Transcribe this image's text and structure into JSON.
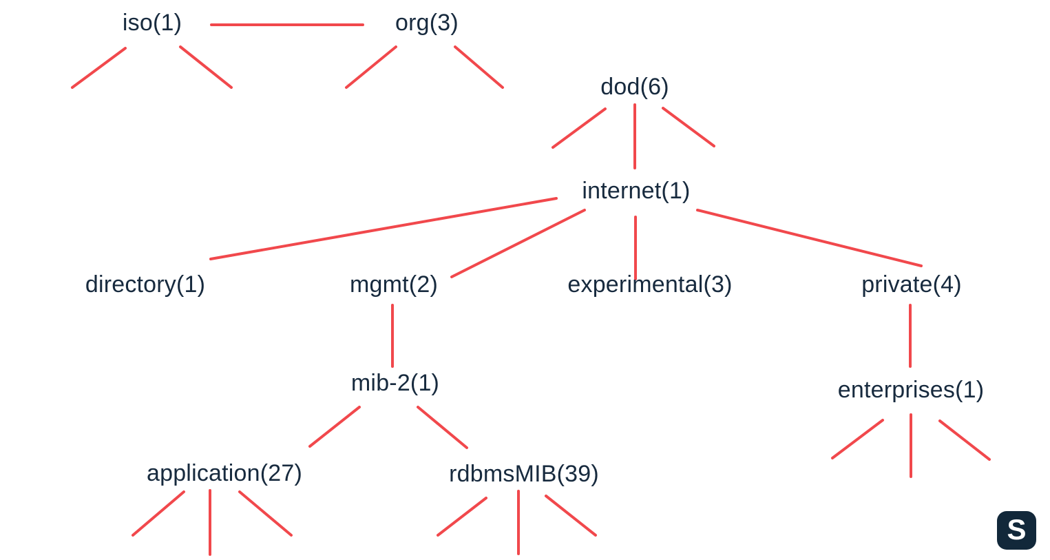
{
  "colors": {
    "background": "#ffffff",
    "line": "#F1484C",
    "text": "#172A3E",
    "logo_bg": "#12283A",
    "logo_text": "#ffffff"
  },
  "tree": {
    "description": "SNMP MIB object identifier tree",
    "nodes": [
      {
        "id": "iso",
        "label": "iso(1)"
      },
      {
        "id": "org",
        "label": "org(3)"
      },
      {
        "id": "dod",
        "label": "dod(6)"
      },
      {
        "id": "internet",
        "label": "internet(1)"
      },
      {
        "id": "directory",
        "label": "directory(1)"
      },
      {
        "id": "mgmt",
        "label": "mgmt(2)"
      },
      {
        "id": "experimental",
        "label": "experimental(3)"
      },
      {
        "id": "private",
        "label": "private(4)"
      },
      {
        "id": "mib2",
        "label": "mib-2(1)"
      },
      {
        "id": "enterprises",
        "label": "enterprises(1)"
      },
      {
        "id": "application",
        "label": "application(27)"
      },
      {
        "id": "rdbmsmib",
        "label": "rdbmsMIB(39)"
      }
    ],
    "edges": [
      {
        "from": "iso",
        "to": "org"
      },
      {
        "from": "iso",
        "to": "unlabeled-child-1"
      },
      {
        "from": "iso",
        "to": "unlabeled-child-2"
      },
      {
        "from": "org",
        "to": "unlabeled-child-1"
      },
      {
        "from": "org",
        "to": "unlabeled-child-2"
      },
      {
        "from": "dod",
        "to": "unlabeled-child-1"
      },
      {
        "from": "dod",
        "to": "internet"
      },
      {
        "from": "dod",
        "to": "unlabeled-child-2"
      },
      {
        "from": "internet",
        "to": "directory"
      },
      {
        "from": "internet",
        "to": "mgmt"
      },
      {
        "from": "internet",
        "to": "experimental"
      },
      {
        "from": "internet",
        "to": "private"
      },
      {
        "from": "mgmt",
        "to": "mib2"
      },
      {
        "from": "mib2",
        "to": "application"
      },
      {
        "from": "mib2",
        "to": "rdbmsmib"
      },
      {
        "from": "private",
        "to": "enterprises"
      },
      {
        "from": "application",
        "to": "unlabeled-child-1"
      },
      {
        "from": "application",
        "to": "unlabeled-child-2"
      },
      {
        "from": "application",
        "to": "unlabeled-child-3"
      },
      {
        "from": "rdbmsmib",
        "to": "unlabeled-child-1"
      },
      {
        "from": "rdbmsmib",
        "to": "unlabeled-child-2"
      },
      {
        "from": "rdbmsmib",
        "to": "unlabeled-child-3"
      },
      {
        "from": "enterprises",
        "to": "unlabeled-child-1"
      },
      {
        "from": "enterprises",
        "to": "unlabeled-child-2"
      },
      {
        "from": "enterprises",
        "to": "unlabeled-child-3"
      }
    ]
  },
  "logo": {
    "letter": "S"
  }
}
